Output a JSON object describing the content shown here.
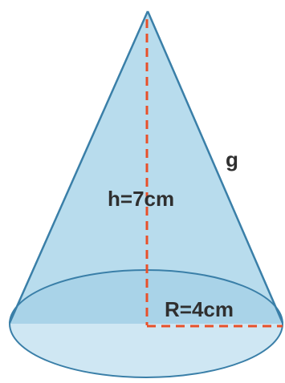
{
  "labels": {
    "slant": "g",
    "height": "h=7cm",
    "radius": "R=4cm"
  },
  "colors": {
    "cone_fill": "#b8dced",
    "cone_outline": "#3a7fa8",
    "base_fill": "#a9d3e8",
    "base_front_band": "#cfe7f3",
    "dashed_line": "#e8502a",
    "label_text": "#2f2f2f"
  }
}
